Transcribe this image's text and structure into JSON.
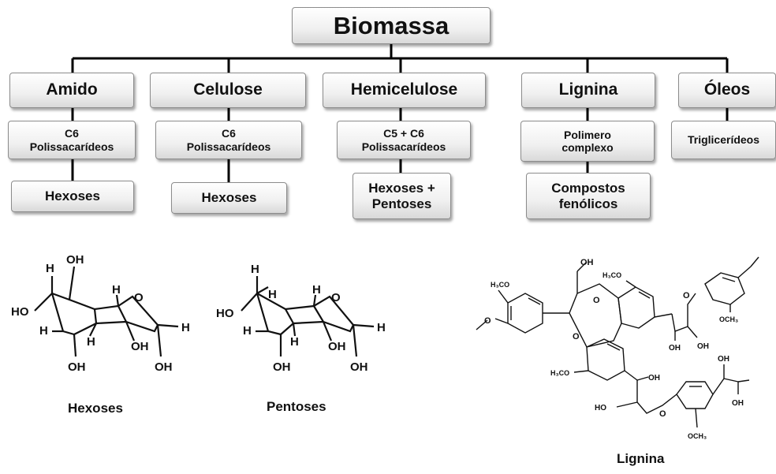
{
  "root": "Biomassa",
  "categories": [
    {
      "name": "Amido",
      "composition": [
        "C6",
        "Polissacarídeos"
      ],
      "product": [
        "Hexoses"
      ]
    },
    {
      "name": "Celulose",
      "composition": [
        "C6",
        "Polissacarídeos"
      ],
      "product": [
        "Hexoses"
      ]
    },
    {
      "name": "Hemicelulose",
      "composition": [
        "C5 + C6",
        "Polissacarídeos"
      ],
      "product": [
        "Hexoses +",
        "Pentoses"
      ]
    },
    {
      "name": "Lignina",
      "composition": [
        "Polimero",
        "complexo"
      ],
      "product": [
        "Compostos",
        "fenólicos"
      ]
    },
    {
      "name": "Óleos",
      "composition": [
        "Triglicerídeos"
      ],
      "product": []
    }
  ],
  "structures": {
    "hexose_caption": "Hexoses",
    "pentose_caption": "Pentoses",
    "lignin_caption": "Lignina",
    "labels": {
      "oh": "OH",
      "ho": "HO",
      "h": "H",
      "o": "O",
      "h3co": "H₃CO",
      "och3": "OCH₃"
    }
  }
}
